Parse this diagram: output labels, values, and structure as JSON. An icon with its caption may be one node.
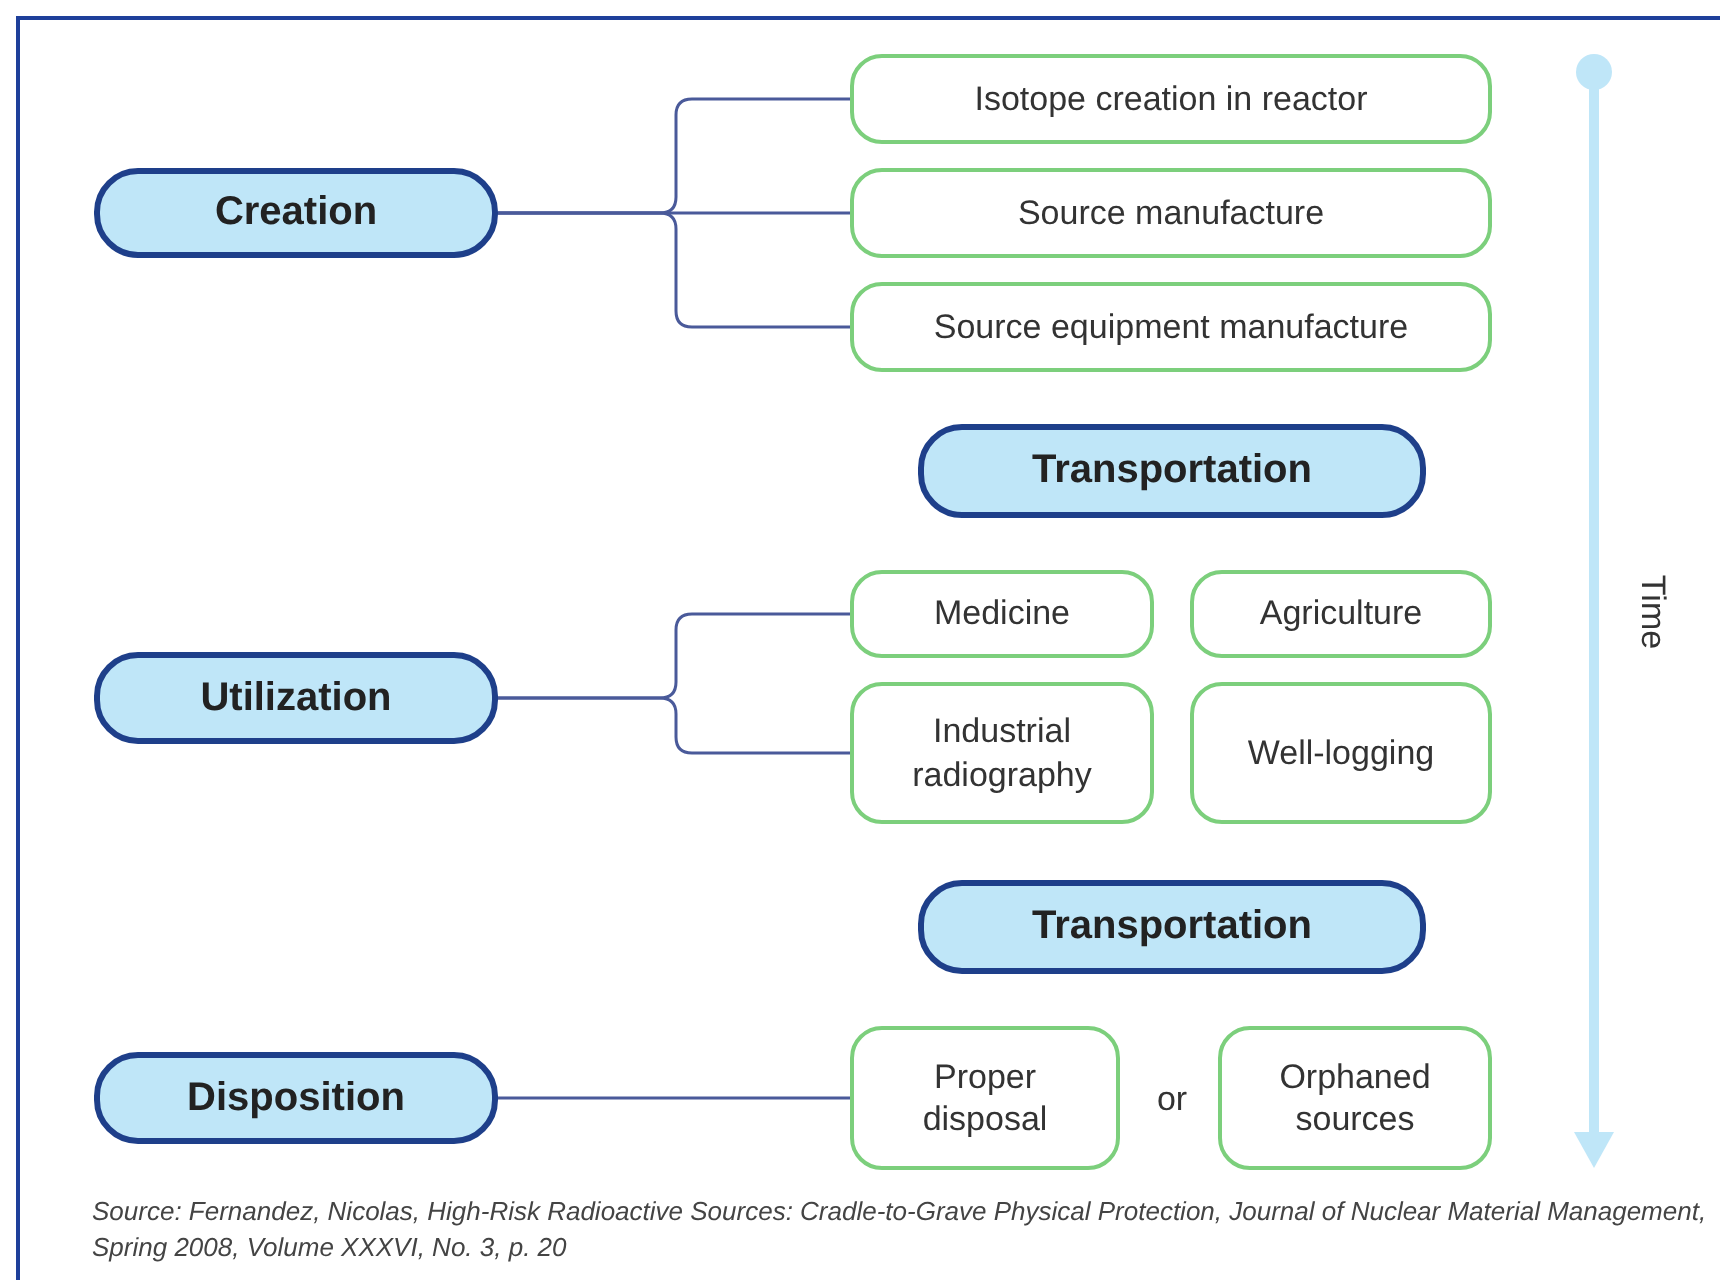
{
  "diagram": {
    "caption": "Source: Fernandez, Nicolas, High-Risk Radioactive Sources: Cradle-to-Grave Physical Protection, Journal of Nuclear Material Management, Spring 2008, Volume XXXVI, No. 3, p. 20",
    "nodes": [
      {
        "text": [
          "Creation"
        ]
      },
      {
        "text": [
          "Isotope creation in reactor"
        ]
      },
      {
        "text": [
          "Source manufacture"
        ]
      },
      {
        "text": [
          "Source equipment manufacture"
        ]
      },
      {
        "text": [
          "Transportation"
        ]
      },
      {
        "text": [
          "Utilization"
        ]
      },
      {
        "text": [
          "Medicine"
        ]
      },
      {
        "text": [
          "Agriculture"
        ]
      },
      {
        "text": [
          "Industrial radiography"
        ]
      },
      {
        "text": [
          "Well-logging"
        ]
      },
      {
        "text": [
          "Transportation"
        ]
      },
      {
        "text": [
          "Disposition"
        ]
      },
      {
        "text": [
          "Proper disposal"
        ]
      },
      {
        "text": [
          "Orphaned sources"
        ]
      }
    ],
    "edges": [
      {
        "from": 0,
        "to": 1,
        "arrow": "none"
      },
      {
        "from": 0,
        "to": 2,
        "arrow": "none"
      },
      {
        "from": 0,
        "to": 3,
        "arrow": "none"
      },
      {
        "from": 5,
        "to": 6,
        "arrow": "none"
      },
      {
        "from": 5,
        "to": 8,
        "arrow": "none"
      },
      {
        "from": 11,
        "to": 12,
        "arrow": "none"
      }
    ],
    "labels": [
      "or",
      "Time"
    ]
  }
}
